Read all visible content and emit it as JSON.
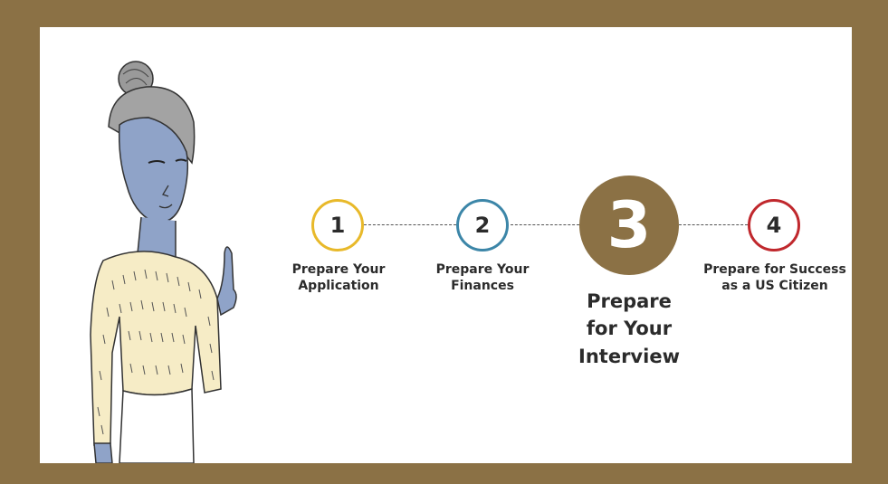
{
  "colors": {
    "frame": "#8b7145",
    "step1": "#e8b92a",
    "step2": "#3c86a8",
    "step3": "#8b7145",
    "step4": "#c0282d"
  },
  "steps": [
    {
      "number": "1",
      "label_line1": "Prepare Your",
      "label_line2": "Application"
    },
    {
      "number": "2",
      "label_line1": "Prepare Your",
      "label_line2": "Finances"
    },
    {
      "number": "3",
      "label_line1": "Prepare",
      "label_line2": "for Your",
      "label_line3": "Interview"
    },
    {
      "number": "4",
      "label_line1": "Prepare for Success",
      "label_line2": "as a US Citizen"
    }
  ],
  "current_step": 3
}
